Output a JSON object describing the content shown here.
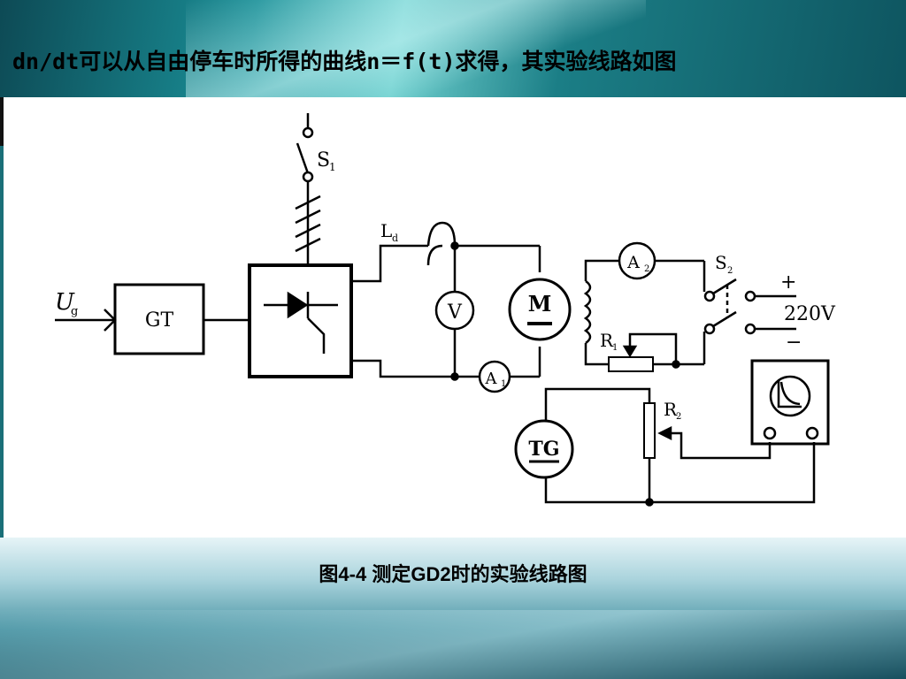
{
  "slide": {
    "title": "dn/dt可以从自由停车时所得的曲线n＝f(t)求得，其实验线路如图",
    "caption": "图4-4 测定GD2时的实验线路图"
  },
  "circuit": {
    "input_label": "U",
    "input_sub": "g",
    "gt_label": "GT",
    "s1_label": "S",
    "s1_sub": "1",
    "ld_label": "L",
    "ld_sub": "d",
    "v_label": "V",
    "m_label": "M",
    "a1_label": "A",
    "a1_sub": "1",
    "a2_label": "A",
    "a2_sub": "2",
    "s2_label": "S",
    "s2_sub": "2",
    "r1_label": "R",
    "r1_sub": "1",
    "r2_label": "R",
    "r2_sub": "2",
    "tg_label": "TG",
    "plus": "+",
    "minus": "−",
    "supply": "220V"
  },
  "colors": {
    "header_dark": "#0d4a55",
    "header_light": "#6fd0cf",
    "ink": "#000000"
  }
}
